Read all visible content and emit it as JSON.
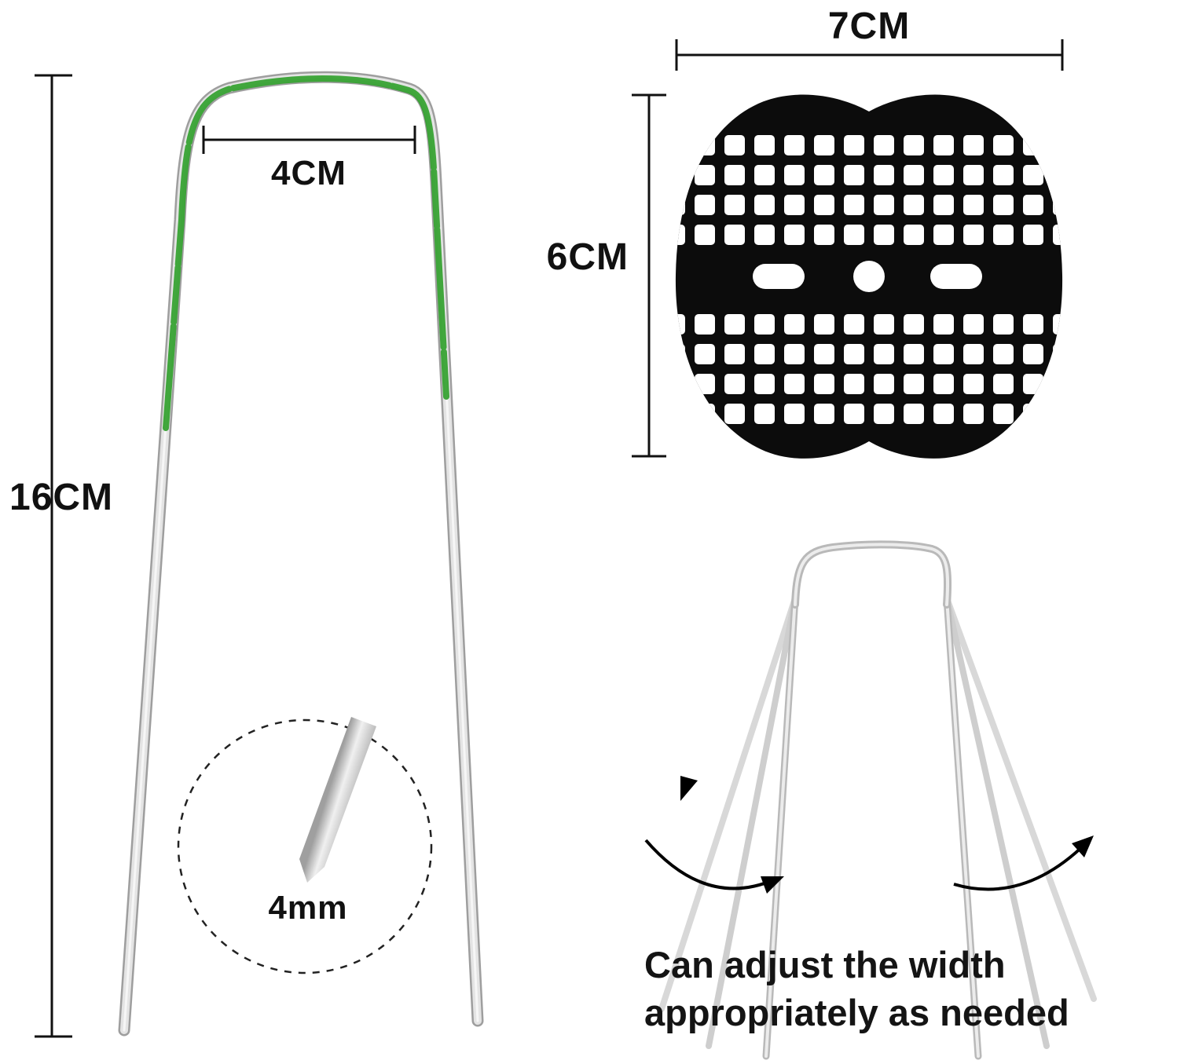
{
  "labels": {
    "staple_height": "16CM",
    "staple_top_width": "4CM",
    "wire_diameter": "4mm",
    "washer_width": "7CM",
    "washer_height": "6CM"
  },
  "caption": {
    "line1": "Can adjust the width",
    "line2": "appropriately as needed"
  },
  "colors": {
    "coating_green": "#31a02c",
    "metal_light": "#e4e4e4",
    "metal_dark": "#9e9e9e",
    "washer_black": "#0c0c0c",
    "dimension_line": "#111111",
    "text": "#141414"
  }
}
